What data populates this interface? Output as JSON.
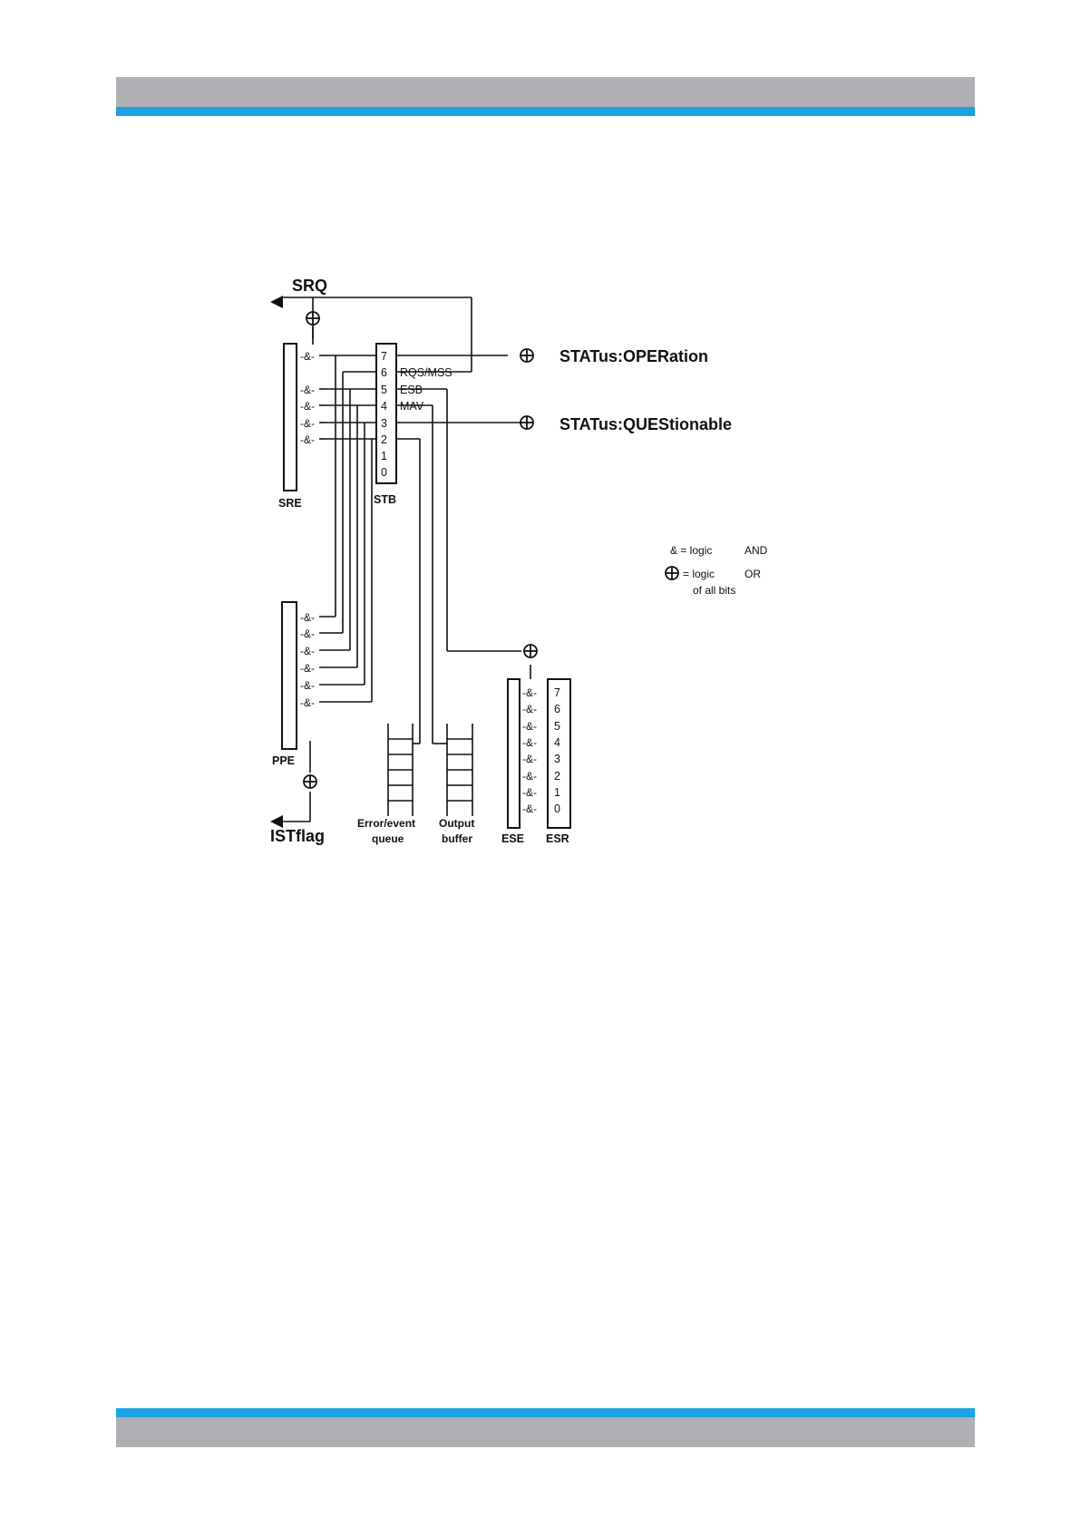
{
  "header": {
    "grey_color": "#aeb0b3",
    "blue_color": "#1aa3e3"
  },
  "footer": {
    "grey_color": "#aeb0b3",
    "blue_color": "#1aa3e3"
  },
  "diagram": {
    "srq": "SRQ",
    "ist_flag": "ISTflag",
    "status_operation": "STATus:OPERation",
    "status_questionable": "STATus:QUEStionable",
    "sre": "SRE",
    "stb": "STB",
    "ppe": "PPE",
    "ese": "ESE",
    "esr": "ESR",
    "error_queue_1": "Error/event",
    "error_queue_2": "queue",
    "output_buffer_1": "Output",
    "output_buffer_2": "buffer",
    "stb_bits": [
      "7",
      "6",
      "5",
      "4",
      "3",
      "2",
      "1",
      "0"
    ],
    "esr_bits": [
      "7",
      "6",
      "5",
      "4",
      "3",
      "2",
      "1",
      "0"
    ],
    "bit_labels": {
      "rqs_mss": "RQS/MSS",
      "esb": "ESB",
      "mav": "MAV"
    },
    "and_symbol": "-&-",
    "legend": {
      "and_line": "&  =  logic",
      "and_word": "AND",
      "or_line": "= logic",
      "or_word": "OR",
      "or_sub": "of all bits"
    }
  }
}
